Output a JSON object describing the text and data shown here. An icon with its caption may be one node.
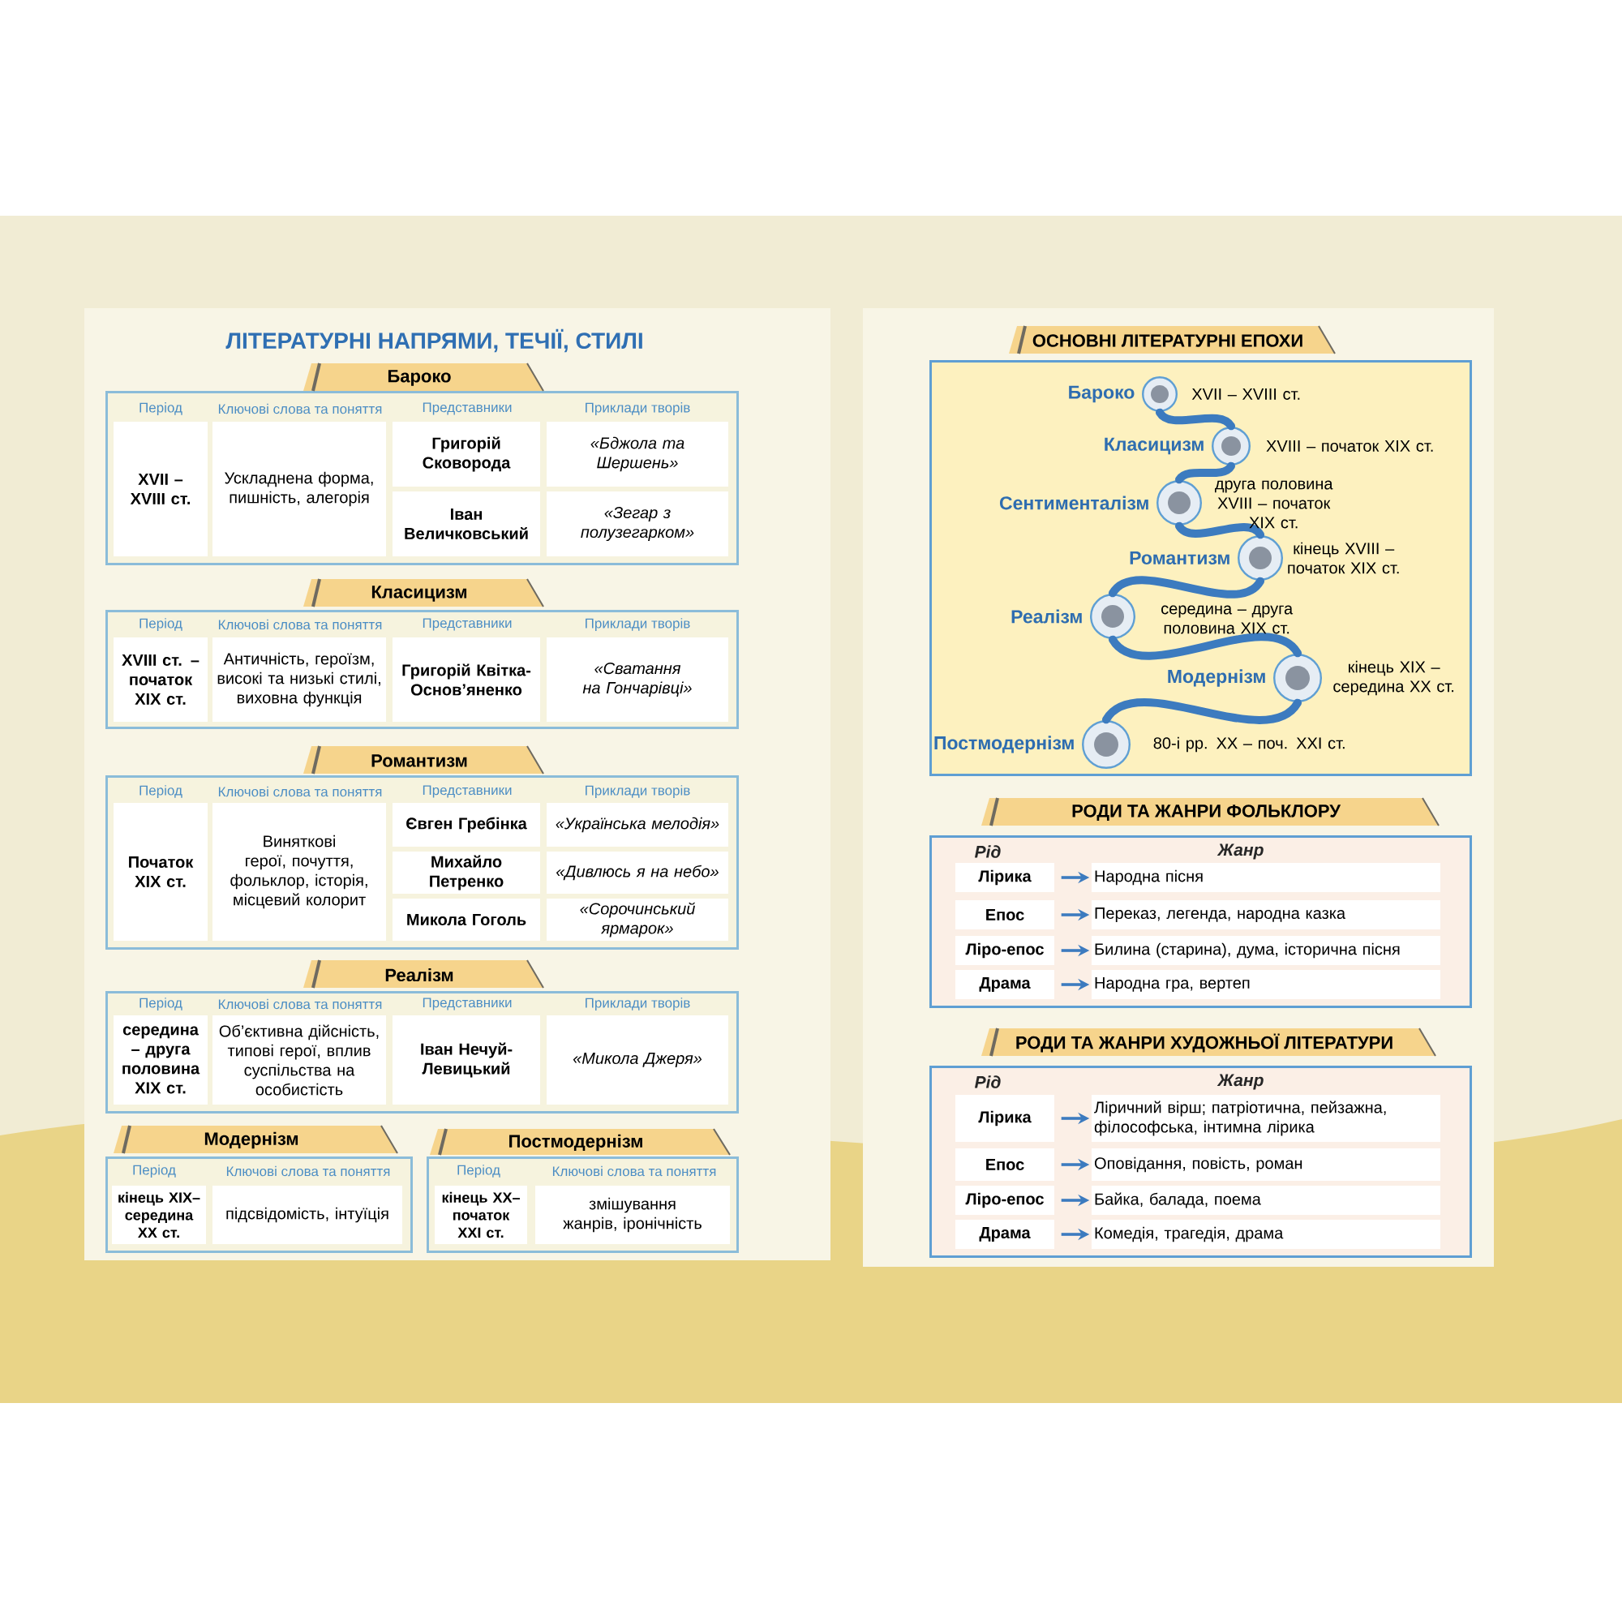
{
  "diagram": {
    "nodes": [
      {
        "text": [
          "Бароко",
          "Період",
          "Ключові слова та поняття",
          "Представники",
          "Приклади творів"
        ]
      },
      {
        "text": [
          "XVII – XVIII ст."
        ],
        "in": 0
      },
      {
        "text": [
          "Ускладнена форма, пишність, алегорія"
        ],
        "in": 0
      },
      {
        "text": [
          "Григорій Сковорода"
        ],
        "in": 0
      },
      {
        "text": [
          "«Бджола та Шершень»"
        ],
        "in": 0
      },
      {
        "text": [
          "Іван Величковський"
        ],
        "in": 0
      },
      {
        "text": [
          "«Зегар з полузегарком»"
        ],
        "in": 0
      },
      {
        "text": [
          "Класицизм",
          "Період",
          "Ключові слова та поняття",
          "Представники",
          "Приклади творів"
        ]
      },
      {
        "text": [
          "XVIII ст. – початок XIX ст."
        ],
        "in": 7
      },
      {
        "text": [
          "Античність, героїзм, високі та низькі стилі, виховна функція"
        ],
        "in": 7
      },
      {
        "text": [
          "Григорій Квітка-Основ’яненко"
        ],
        "in": 7
      },
      {
        "text": [
          "«Сватання на Гончарівці»"
        ],
        "in": 7
      },
      {
        "text": [
          "Романтизм",
          "Період",
          "Ключові слова та поняття",
          "Представники",
          "Приклади творів"
        ]
      },
      {
        "text": [
          "Початок XIX ст."
        ],
        "in": 12
      },
      {
        "text": [
          "Виняткові герої, почуття, фольклор, історія, місцевий колорит"
        ],
        "in": 12
      },
      {
        "text": [
          "Євген Гребінка"
        ],
        "in": 12
      },
      {
        "text": [
          "«Українська мелодія»"
        ],
        "in": 12
      },
      {
        "text": [
          "Михайло Петренко"
        ],
        "in": 12
      },
      {
        "text": [
          "«Дивлюсь я на небо»"
        ],
        "in": 12
      },
      {
        "text": [
          "Микола Гоголь"
        ],
        "in": 12
      },
      {
        "text": [
          "«Сорочинський ярмарок»"
        ],
        "in": 12
      },
      {
        "text": [
          "Реалізм",
          "Період",
          "Ключові слова та поняття",
          "Представники",
          "Приклади творів"
        ]
      },
      {
        "text": [
          "середина – друга половина XIX ст."
        ],
        "in": 21
      },
      {
        "text": [
          "Об’єктивна дійсність, типові герої, вплив суспільства на особистість"
        ],
        "in": 21
      },
      {
        "text": [
          "Іван Нечуй-Левицький"
        ],
        "in": 21
      },
      {
        "text": [
          "«Микола Джеря»"
        ],
        "in": 21
      },
      {
        "text": [
          "Модернізм",
          "Період",
          "Ключові слова та поняття"
        ]
      },
      {
        "text": [
          "кінець XIX– середина XX ст."
        ],
        "in": 26
      },
      {
        "text": [
          "підсвідомість, інтуїція"
        ],
        "in": 26
      },
      {
        "text": [
          "Постмодернізм",
          "Період",
          "Ключові слова та поняття"
        ]
      },
      {
        "text": [
          "кінець XX– початок XXI ст."
        ],
        "in": 29
      },
      {
        "text": [
          "змішування жанрів, іронічність"
        ],
        "in": 29
      },
      {
        "text": [
          "ОСНОВНІ ЛІТЕРАТУРНІ ЕПОХИ"
        ]
      },
      {
        "text": [
          "Бароко"
        ],
        "beside": [
          "XVII – XVIII ст."
        ],
        "in": 32
      },
      {
        "text": [
          "Класицизм"
        ],
        "beside": [
          "XVIII – початок XIX ст."
        ],
        "in": 32
      },
      {
        "text": [
          "Сентименталізм"
        ],
        "beside": [
          "друга половина XVIII – початок XIX ст."
        ],
        "in": 32
      },
      {
        "text": [
          "Романтизм"
        ],
        "beside": [
          "кінець XVIII – початок XIX ст."
        ],
        "in": 32
      },
      {
        "text": [
          "Реалізм"
        ],
        "beside": [
          "середина – друга половина XIX ст."
        ],
        "in": 32
      },
      {
        "text": [
          "Модернізм"
        ],
        "beside": [
          "кінець XIX – середина XX ст."
        ],
        "in": 32
      },
      {
        "text": [
          "Постмодернізм"
        ],
        "beside": [
          "80-і рр. XX – поч. XXI ст."
        ],
        "in": 32
      },
      {
        "text": [
          "РОДИ ТА ЖАНРИ ФОЛЬКЛОРУ",
          "Рід",
          "Жанр"
        ]
      },
      {
        "text": [
          "Лірика"
        ],
        "in": 40
      },
      {
        "text": [
          "Народна пісня"
        ],
        "in": 40
      },
      {
        "text": [
          "Епос"
        ],
        "in": 40
      },
      {
        "text": [
          "Переказ, легенда, народна казка"
        ],
        "in": 40
      },
      {
        "text": [
          "Ліро-епос"
        ],
        "in": 40
      },
      {
        "text": [
          "Билина (старина), дума, історична пісня"
        ],
        "in": 40
      },
      {
        "text": [
          "Драма"
        ],
        "in": 40
      },
      {
        "text": [
          "Народна гра, вертеп"
        ],
        "in": 40
      },
      {
        "text": [
          "РОДИ ТА ЖАНРИ ХУДОЖНЬОЇ ЛІТЕРАТУРИ",
          "Рід",
          "Жанр"
        ]
      },
      {
        "text": [
          "Лірика"
        ],
        "in": 49
      },
      {
        "text": [
          "Ліричний вірш; патріотична, пейзажна, філософська, інтимна лірика"
        ],
        "in": 49
      },
      {
        "text": [
          "Епос"
        ],
        "in": 49
      },
      {
        "text": [
          "Оповідання, повість, роман"
        ],
        "in": 49
      },
      {
        "text": [
          "Ліро-епос"
        ],
        "in": 49
      },
      {
        "text": [
          "Байка, балада, поема"
        ],
        "in": 49
      },
      {
        "text": [
          "Драма"
        ],
        "in": 49
      },
      {
        "text": [
          "Комедія, трагедія, драма"
        ],
        "in": 49
      }
    ],
    "edges": [
      {
        "from": 33,
        "to": 34,
        "arrow": "none",
        "style": "thick"
      },
      {
        "from": 34,
        "to": 35,
        "arrow": "none",
        "style": "thick"
      },
      {
        "from": 35,
        "to": 36,
        "arrow": "none",
        "style": "thick"
      },
      {
        "from": 36,
        "to": 37,
        "arrow": "none",
        "style": "thick"
      },
      {
        "from": 37,
        "to": 38,
        "arrow": "none",
        "style": "thick"
      },
      {
        "from": 38,
        "to": 39,
        "arrow": "none",
        "style": "thick"
      },
      {
        "from": 41,
        "to": 42,
        "arrow": "to"
      },
      {
        "from": 43,
        "to": 44,
        "arrow": "to"
      },
      {
        "from": 45,
        "to": 46,
        "arrow": "to"
      },
      {
        "from": 47,
        "to": 48,
        "arrow": "to"
      },
      {
        "from": 50,
        "to": 51,
        "arrow": "to"
      },
      {
        "from": 52,
        "to": 53,
        "arrow": "to"
      },
      {
        "from": 54,
        "to": 55,
        "arrow": "to"
      },
      {
        "from": 56,
        "to": 57,
        "arrow": "to"
      }
    ],
    "labels": [
      "ЛІТЕРАТУРНІ НАПРЯМИ, ТЕЧІЇ, СТИЛІ"
    ]
  }
}
